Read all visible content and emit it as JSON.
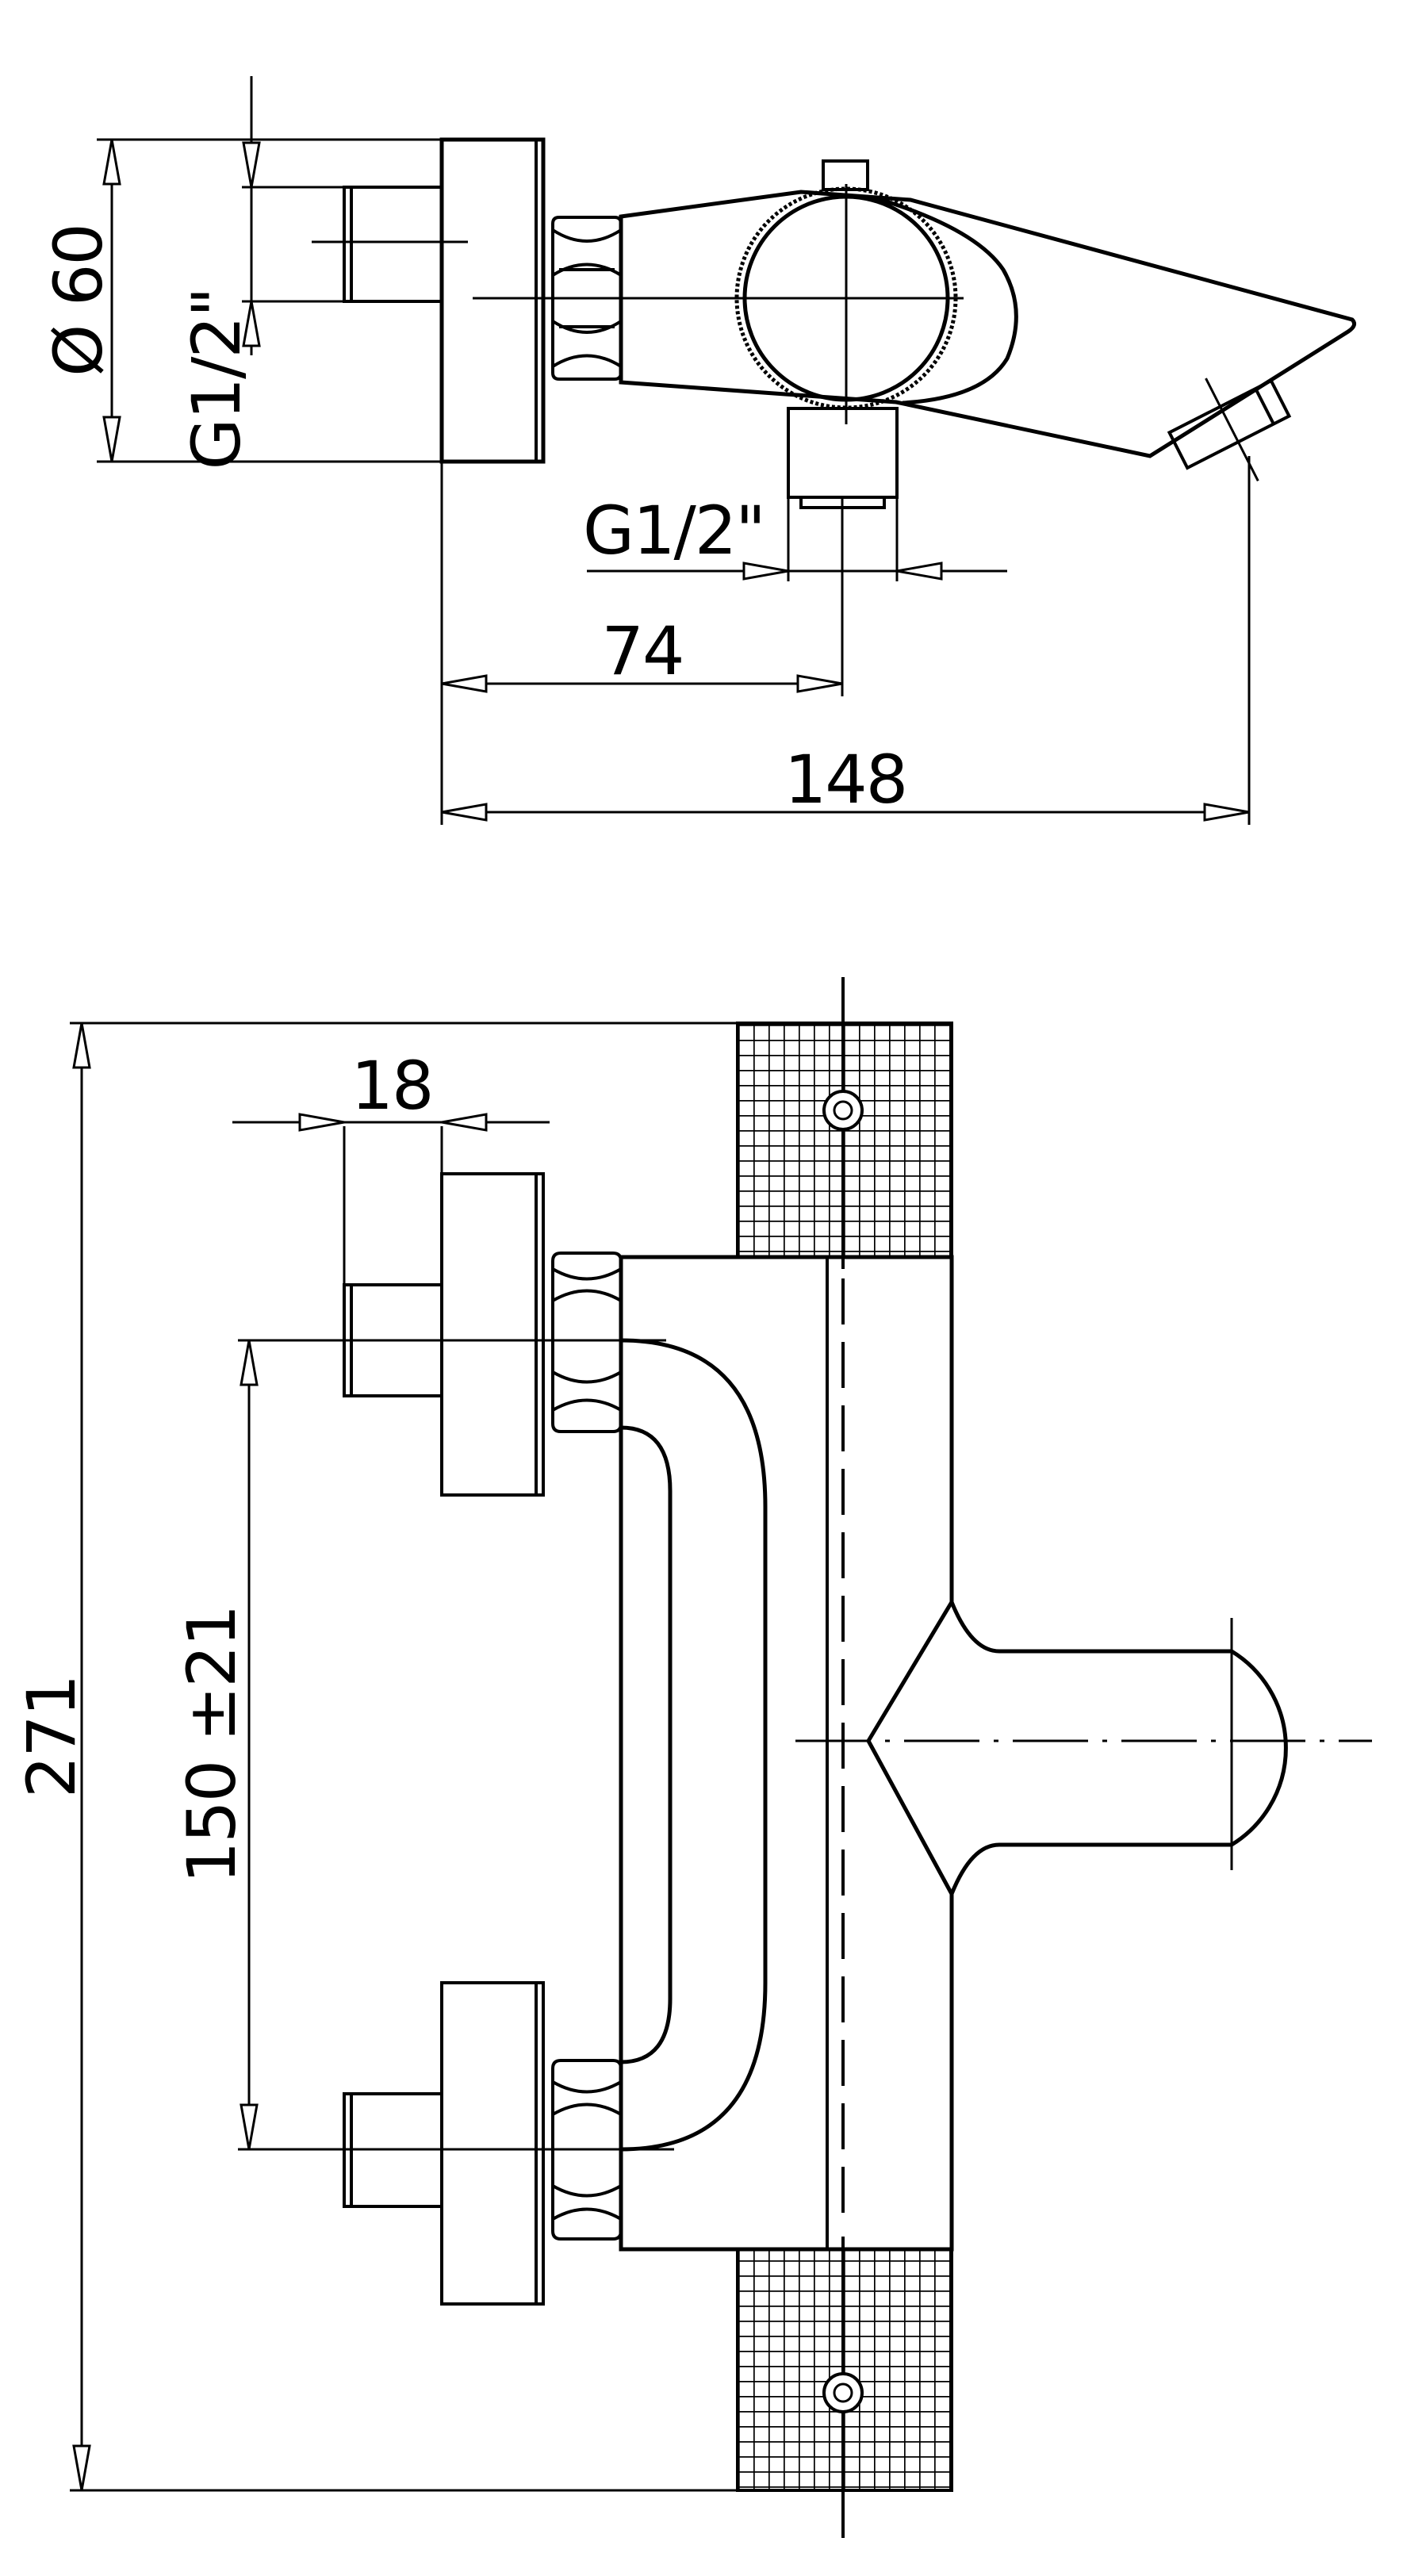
{
  "top_view": {
    "dim_diameter": "Ø 60",
    "dim_inlet_thread": "G1/2\"",
    "dim_outlet_thread": "G1/2\"",
    "dim_inlet_to_outlet": "74",
    "dim_overall_depth": "148"
  },
  "front_view": {
    "dim_inlet_length": "18",
    "dim_centre_distance": "150 ±21",
    "dim_overall_width": "271"
  }
}
